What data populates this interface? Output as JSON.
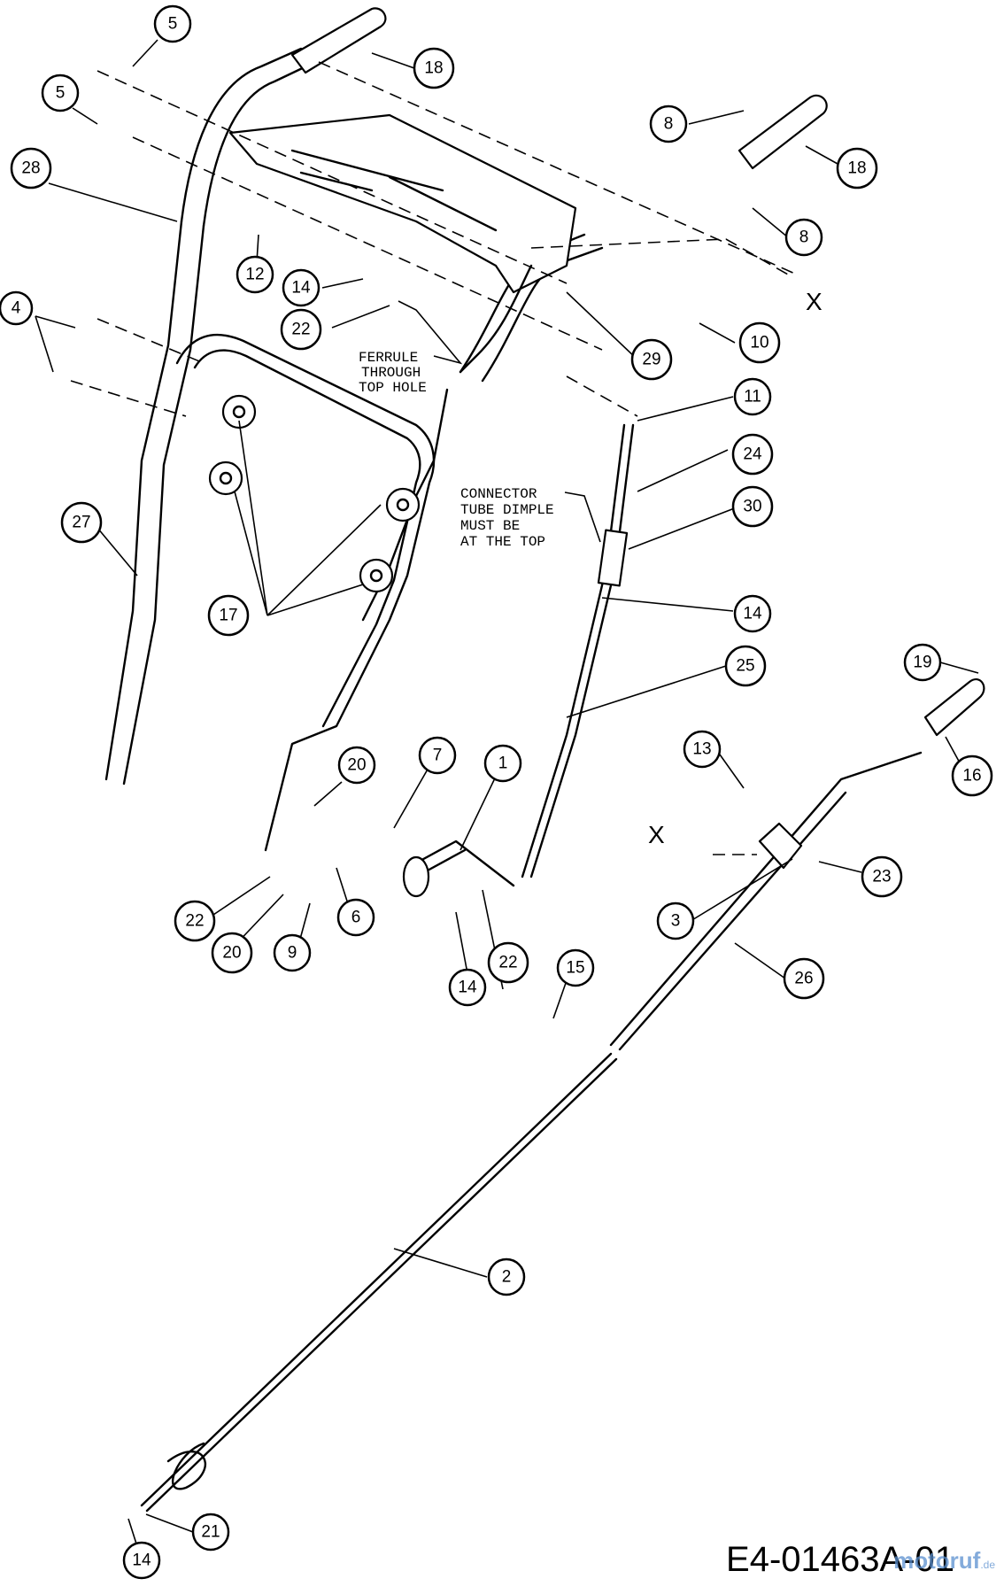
{
  "diagram": {
    "drawing_code": "E4-01463A-01",
    "watermark": {
      "brand": "motoruf",
      "tld": ".de"
    },
    "notes": {
      "ferrule": [
        "FERRULE",
        "THROUGH",
        "TOP HOLE"
      ],
      "connector": [
        "CONNECTOR",
        "TUBE DIMPLE",
        "MUST BE",
        "AT THE TOP"
      ]
    },
    "reference_marks": {
      "x_top": "X",
      "x_bottom": "X"
    },
    "callouts": [
      "5",
      "5",
      "18",
      "8",
      "18",
      "8",
      "28",
      "12",
      "14",
      "22",
      "X",
      "10",
      "29",
      "4",
      "11",
      "24",
      "30",
      "27",
      "14",
      "17",
      "25",
      "19",
      "16",
      "13",
      "20",
      "7",
      "1",
      "23",
      "3",
      "6",
      "22",
      "20",
      "9",
      "14",
      "22",
      "15",
      "26",
      "2",
      "21",
      "14"
    ]
  }
}
